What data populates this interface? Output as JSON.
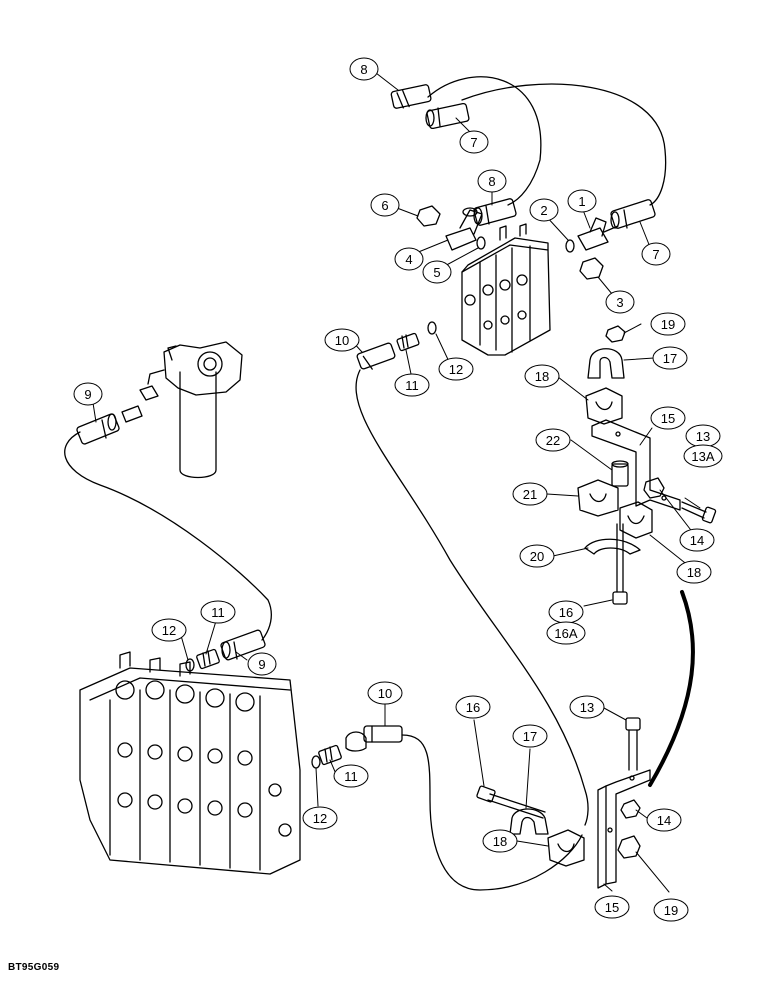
{
  "figure_code": "BT95G059",
  "callouts": {
    "c1": "1",
    "c2": "2",
    "c3": "3",
    "c4": "4",
    "c5": "5",
    "c6": "6",
    "c7a": "7",
    "c7b": "7",
    "c8a": "8",
    "c8b": "8",
    "c9a": "9",
    "c9b": "9",
    "c10a": "10",
    "c10b": "10",
    "c11a": "11",
    "c11b": "11",
    "c11c": "11",
    "c12a": "12",
    "c12b": "12",
    "c12c": "12",
    "c13a": "13",
    "c13b": "13",
    "c13Aa": "13A",
    "c14a": "14",
    "c14b": "14",
    "c15a": "15",
    "c15b": "15",
    "c16a": "16",
    "c16Aa": "16A",
    "c16b": "16",
    "c17a": "17",
    "c17b": "17",
    "c18a": "18",
    "c18b": "18",
    "c18c": "18",
    "c19a": "19",
    "c19b": "19",
    "c20": "20",
    "c21": "21",
    "c22": "22"
  }
}
